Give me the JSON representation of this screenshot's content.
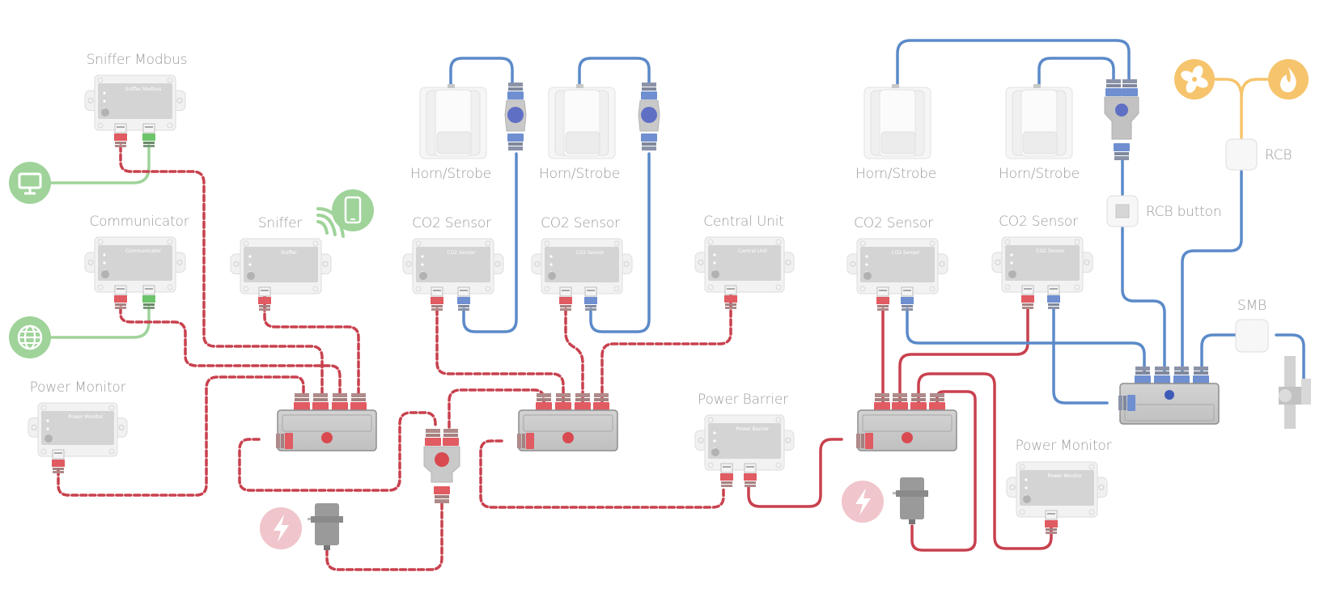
{
  "diagram": {
    "title": "System wiring diagram",
    "colors": {
      "bus_red": "#c8414e",
      "bus_blue": "#5b8ac9",
      "link_green": "#9fd39a",
      "relay_orange": "#f6c46c",
      "power_pink": "#f0c5cb",
      "device_grey": "#cfcfcf",
      "label_grey": "#9b9b9b"
    },
    "devices": [
      {
        "id": "sniffer-modbus",
        "label": "Sniffer Modbus",
        "face_text": "Sniffer Modbus"
      },
      {
        "id": "communicator",
        "label": "Communicator",
        "face_text": "Communicator"
      },
      {
        "id": "power-monitor-1",
        "label": "Power Monitor",
        "face_text": "Power Monitor"
      },
      {
        "id": "sniffer",
        "label": "Sniffer",
        "face_text": "Sniffer"
      },
      {
        "id": "co2-sensor-1",
        "label": "CO2 Sensor",
        "face_text": "CO2 Sensor"
      },
      {
        "id": "co2-sensor-2",
        "label": "CO2 Sensor",
        "face_text": "CO2 Sensor"
      },
      {
        "id": "central-unit",
        "label": "Central Unit",
        "face_text": "Central Unit"
      },
      {
        "id": "co2-sensor-3",
        "label": "CO2 Sensor",
        "face_text": "CO2 Sensor"
      },
      {
        "id": "co2-sensor-4",
        "label": "CO2 Sensor",
        "face_text": "CO2 Sensor"
      },
      {
        "id": "power-barrier",
        "label": "Power Barrier",
        "face_text": "Power Barrier"
      },
      {
        "id": "power-monitor-2",
        "label": "Power Monitor",
        "face_text": "Power Monitor"
      }
    ],
    "horns": [
      {
        "id": "horn-1",
        "label": "Horn/Strobe"
      },
      {
        "id": "horn-2",
        "label": "Horn/Strobe"
      },
      {
        "id": "horn-3",
        "label": "Horn/Strobe"
      },
      {
        "id": "horn-4",
        "label": "Horn/Strobe"
      }
    ],
    "small_boxes": [
      {
        "id": "rcb",
        "label": "RCB"
      },
      {
        "id": "rcb-button",
        "label": "RCB button"
      },
      {
        "id": "smb",
        "label": "SMB"
      }
    ],
    "icons": {
      "pc": "monitor-icon",
      "internet": "globe-icon",
      "phone": "smartphone-icon",
      "fan": "fan-icon",
      "flame": "flame-icon",
      "power": "lightning-icon"
    }
  }
}
